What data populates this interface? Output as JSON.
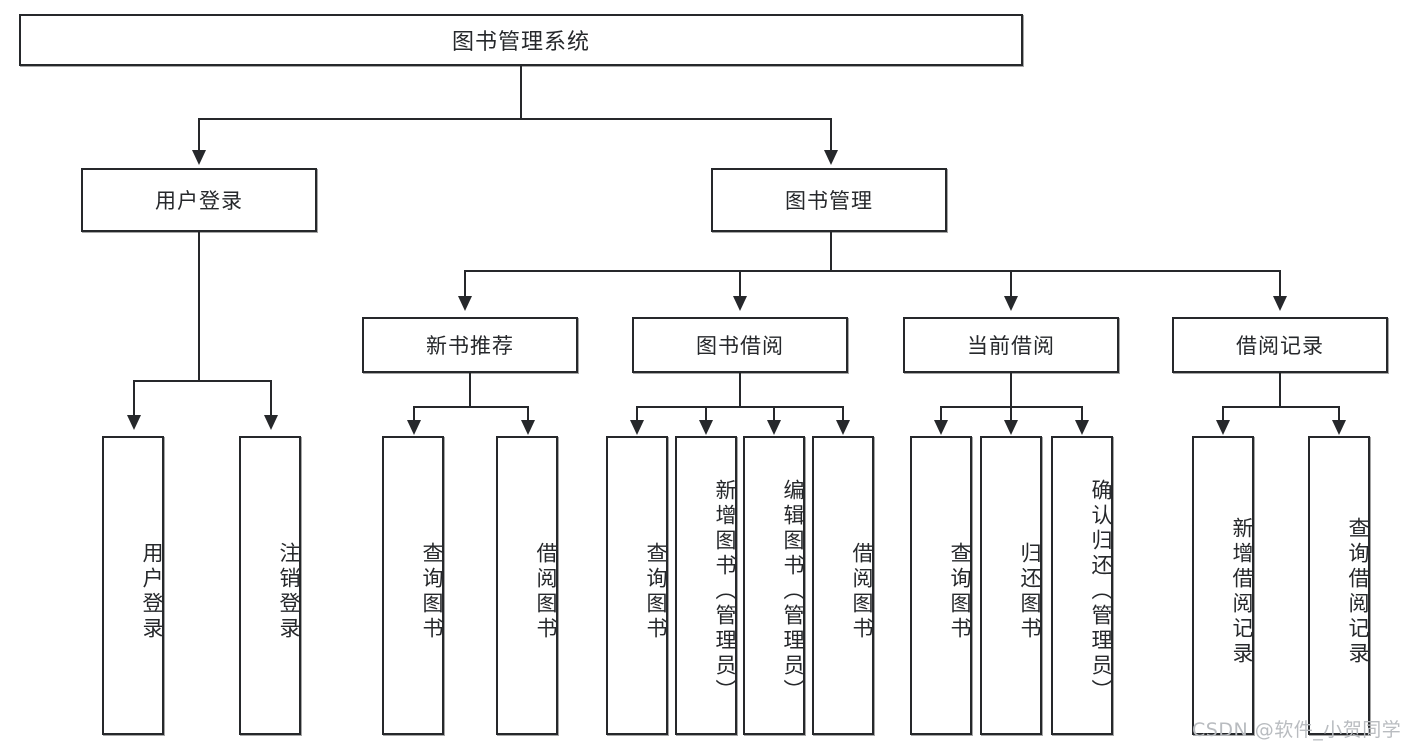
{
  "diagram": {
    "title": "图书管理系统",
    "root": {
      "label": "图书管理系统"
    },
    "level2": [
      {
        "label": "用户登录"
      },
      {
        "label": "图书管理"
      }
    ],
    "level3": [
      {
        "label": "新书推荐"
      },
      {
        "label": "图书借阅"
      },
      {
        "label": "当前借阅"
      },
      {
        "label": "借阅记录"
      }
    ],
    "leaves": {
      "user_login": [
        {
          "label": "用户登录"
        },
        {
          "label": "注销登录"
        }
      ],
      "new_book_recommend": [
        {
          "label": "查询图书"
        },
        {
          "label": "借阅图书"
        }
      ],
      "book_borrow": [
        {
          "label": "查询图书"
        },
        {
          "label": "新增图书（管理员）"
        },
        {
          "label": "编辑图书（管理员）"
        },
        {
          "label": "借阅图书"
        }
      ],
      "current_borrow": [
        {
          "label": "查询图书"
        },
        {
          "label": "归还图书"
        },
        {
          "label": "确认归还（管理员）"
        }
      ],
      "borrow_record": [
        {
          "label": "新增借阅记录"
        },
        {
          "label": "查询借阅记录"
        }
      ]
    }
  },
  "watermark": {
    "text": "CSDN @软件_小贺同学"
  },
  "colors": {
    "line": "#26282b",
    "box_fill": "#ffffff",
    "watermark": "#b9bcc0"
  }
}
